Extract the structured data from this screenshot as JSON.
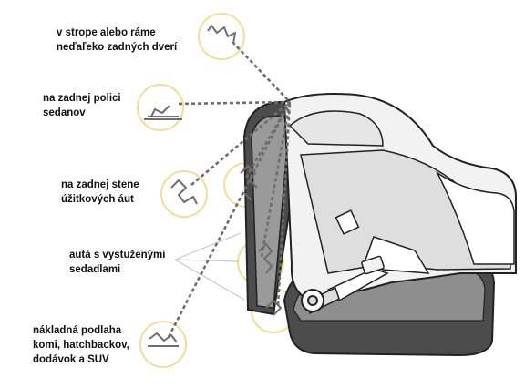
{
  "labels": {
    "roof": [
      "v strope alebo ráme",
      "neďaľeko zadných dverí"
    ],
    "shelf": [
      "na zadnej polici",
      "sedanov"
    ],
    "van": [
      "na zadnej stene",
      "úžitkových áut"
    ],
    "seats": [
      "autá s vystuženými",
      "sedadlami"
    ],
    "floor": [
      "nákladná podlaha",
      "komi, hatchbackov,",
      "dodávok a SUV"
    ]
  },
  "colors": {
    "circle": "#f2dd96",
    "tether": "#6e6e6e",
    "seat_shell": "#4c4c4c",
    "seat_back": "#9a9a9a",
    "seat_base": "#8e8e8e",
    "child_seat": "#f2f2f2",
    "outline": "#222222"
  }
}
